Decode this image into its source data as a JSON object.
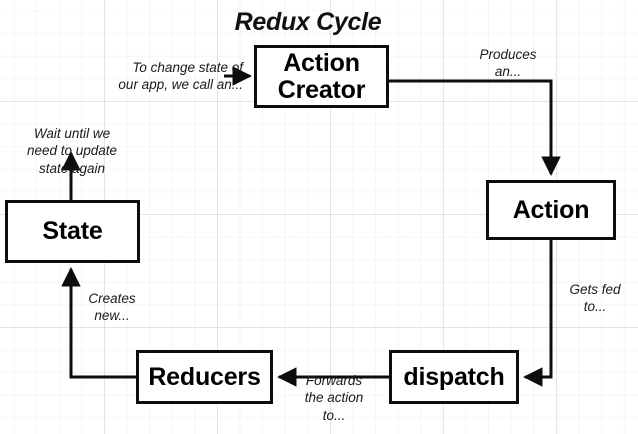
{
  "diagram": {
    "title": "Redux Cycle",
    "nodes": [
      {
        "id": "action-creator",
        "label": "Action\nCreator"
      },
      {
        "id": "action",
        "label": "Action"
      },
      {
        "id": "dispatch",
        "label": "dispatch"
      },
      {
        "id": "reducers",
        "label": "Reducers"
      },
      {
        "id": "state",
        "label": "State"
      }
    ],
    "edges": [
      {
        "id": "to-action-creator",
        "from": "start",
        "to": "action-creator",
        "label": "To change state of\nour app, we call an..."
      },
      {
        "id": "action-creator-to-action",
        "from": "action-creator",
        "to": "action",
        "label": "Produces\nan..."
      },
      {
        "id": "action-to-dispatch",
        "from": "action",
        "to": "dispatch",
        "label": "Gets fed\nto..."
      },
      {
        "id": "dispatch-to-reducers",
        "from": "dispatch",
        "to": "reducers",
        "label": "Forwards\nthe action\nto..."
      },
      {
        "id": "reducers-to-state",
        "from": "reducers",
        "to": "state",
        "label": "Creates\nnew..."
      },
      {
        "id": "state-to-wait",
        "from": "state",
        "to": "end",
        "label": "Wait until we\nneed to update\nstate again"
      }
    ],
    "colors": {
      "stroke": "#0d0d0d",
      "node_fill": "#ffffff",
      "background": "#ffffff",
      "grid": "#b4bac4",
      "text": "#000000"
    }
  }
}
